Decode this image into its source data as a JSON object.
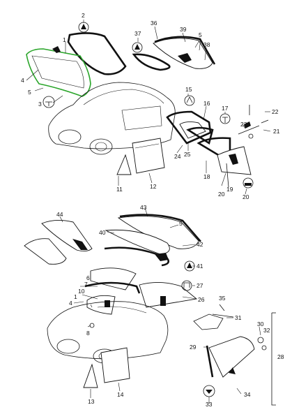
{
  "diagram": {
    "top_labels": {
      "l1": "1",
      "l2": "2",
      "l3": "3",
      "l4": "4",
      "l5a": "5",
      "l5b": "5",
      "l11": "11",
      "l12": "12",
      "l15": "15",
      "l16": "16",
      "l17": "17",
      "l18": "18",
      "l19": "19",
      "l20a": "20",
      "l20b": "20",
      "l21": "21",
      "l22": "22",
      "l23": "23",
      "l24": "24",
      "l25": "25",
      "l36": "36",
      "l37": "37",
      "l38": "38",
      "l39": "39"
    },
    "bottom_labels": {
      "b1": "1",
      "b4": "4",
      "b5": "5",
      "b6": "6",
      "b7": "7",
      "b8": "8",
      "b10": "10",
      "b13": "13",
      "b14": "14",
      "b26": "26",
      "b27": "27",
      "b28": "28",
      "b29": "29",
      "b30": "30",
      "b31": "31",
      "b32": "32",
      "b33": "33",
      "b34": "34",
      "b35": "35",
      "b40": "40",
      "b41": "41",
      "b42": "42",
      "b43": "43",
      "b44": "44"
    },
    "highlight_color": "#2aa52a"
  }
}
